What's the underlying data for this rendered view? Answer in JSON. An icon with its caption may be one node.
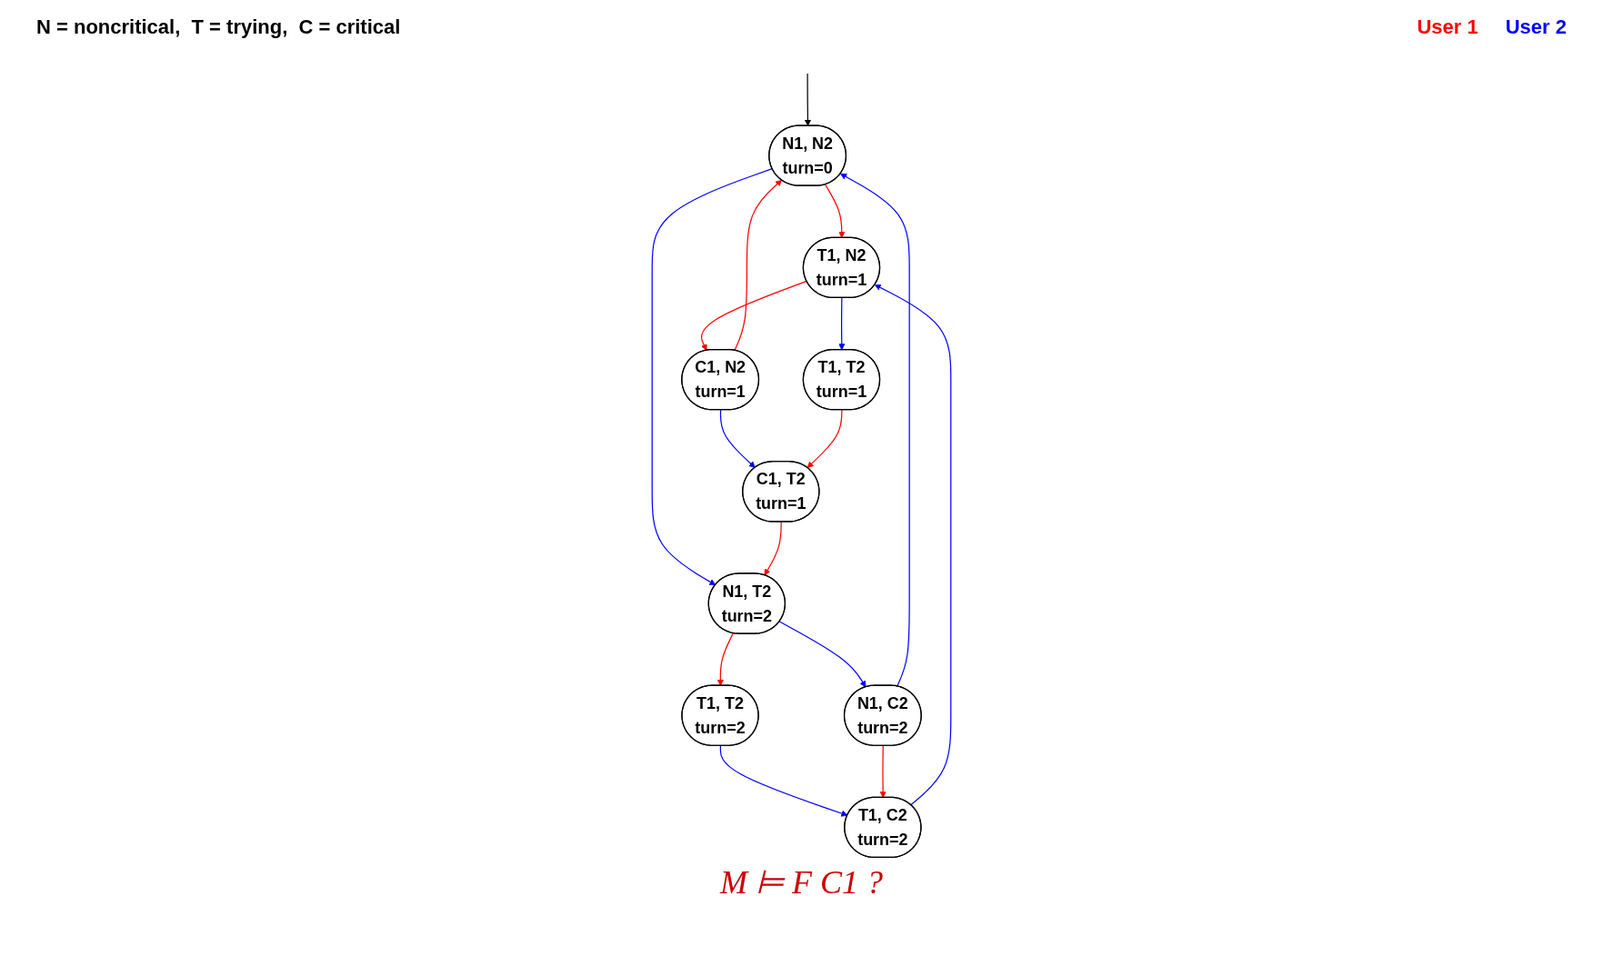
{
  "diagram": {
    "caption": "M ⊨ F C1 ?",
    "nodes": [
      {
        "text": [
          "N1, N2",
          "turn=0"
        ]
      },
      {
        "text": [
          "T1, N2",
          "turn=1"
        ]
      },
      {
        "text": [
          "N1, T2",
          "turn=2"
        ]
      },
      {
        "text": [
          "C1, N2",
          "turn=1"
        ]
      },
      {
        "text": [
          "T1, T2",
          "turn=1"
        ]
      },
      {
        "text": [
          "T1, T2",
          "turn=2"
        ]
      },
      {
        "text": [
          "N1, C2",
          "turn=2"
        ]
      },
      {
        "text": [
          "C1, T2",
          "turn=1"
        ]
      },
      {
        "text": [
          "T1, C2",
          "turn=2"
        ]
      }
    ],
    "edges": [
      {
        "from": null,
        "to": 0,
        "arrow": "to",
        "color": "#000000"
      },
      {
        "from": 0,
        "to": 1,
        "arrow": "to",
        "color": "#ff0000"
      },
      {
        "from": 0,
        "to": 2,
        "arrow": "to",
        "color": "#0000ff"
      },
      {
        "from": 1,
        "to": 3,
        "arrow": "to",
        "color": "#ff0000"
      },
      {
        "from": 1,
        "to": 4,
        "arrow": "to",
        "color": "#0000ff"
      },
      {
        "from": 2,
        "to": 5,
        "arrow": "to",
        "color": "#ff0000"
      },
      {
        "from": 2,
        "to": 6,
        "arrow": "to",
        "color": "#0000ff"
      },
      {
        "from": 3,
        "to": 0,
        "arrow": "to",
        "color": "#ff0000"
      },
      {
        "from": 6,
        "to": 0,
        "arrow": "to",
        "color": "#0000ff"
      },
      {
        "from": 3,
        "to": 7,
        "arrow": "to",
        "color": "#0000ff"
      },
      {
        "from": 4,
        "to": 7,
        "arrow": "to",
        "color": "#ff0000"
      },
      {
        "from": 5,
        "to": 8,
        "arrow": "to",
        "color": "#0000ff"
      },
      {
        "from": 6,
        "to": 8,
        "arrow": "to",
        "color": "#ff0000"
      },
      {
        "from": 7,
        "to": 2,
        "arrow": "to",
        "color": "#ff0000"
      },
      {
        "from": 8,
        "to": 1,
        "arrow": "to",
        "color": "#0000ff"
      }
    ],
    "labels": [
      "N = noncritical,  T = trying,  C = critical"
    ],
    "legend": [
      {
        "text": "User 1",
        "color": "#ff0000"
      },
      {
        "text": "User 2",
        "color": "#0000ff"
      }
    ]
  }
}
